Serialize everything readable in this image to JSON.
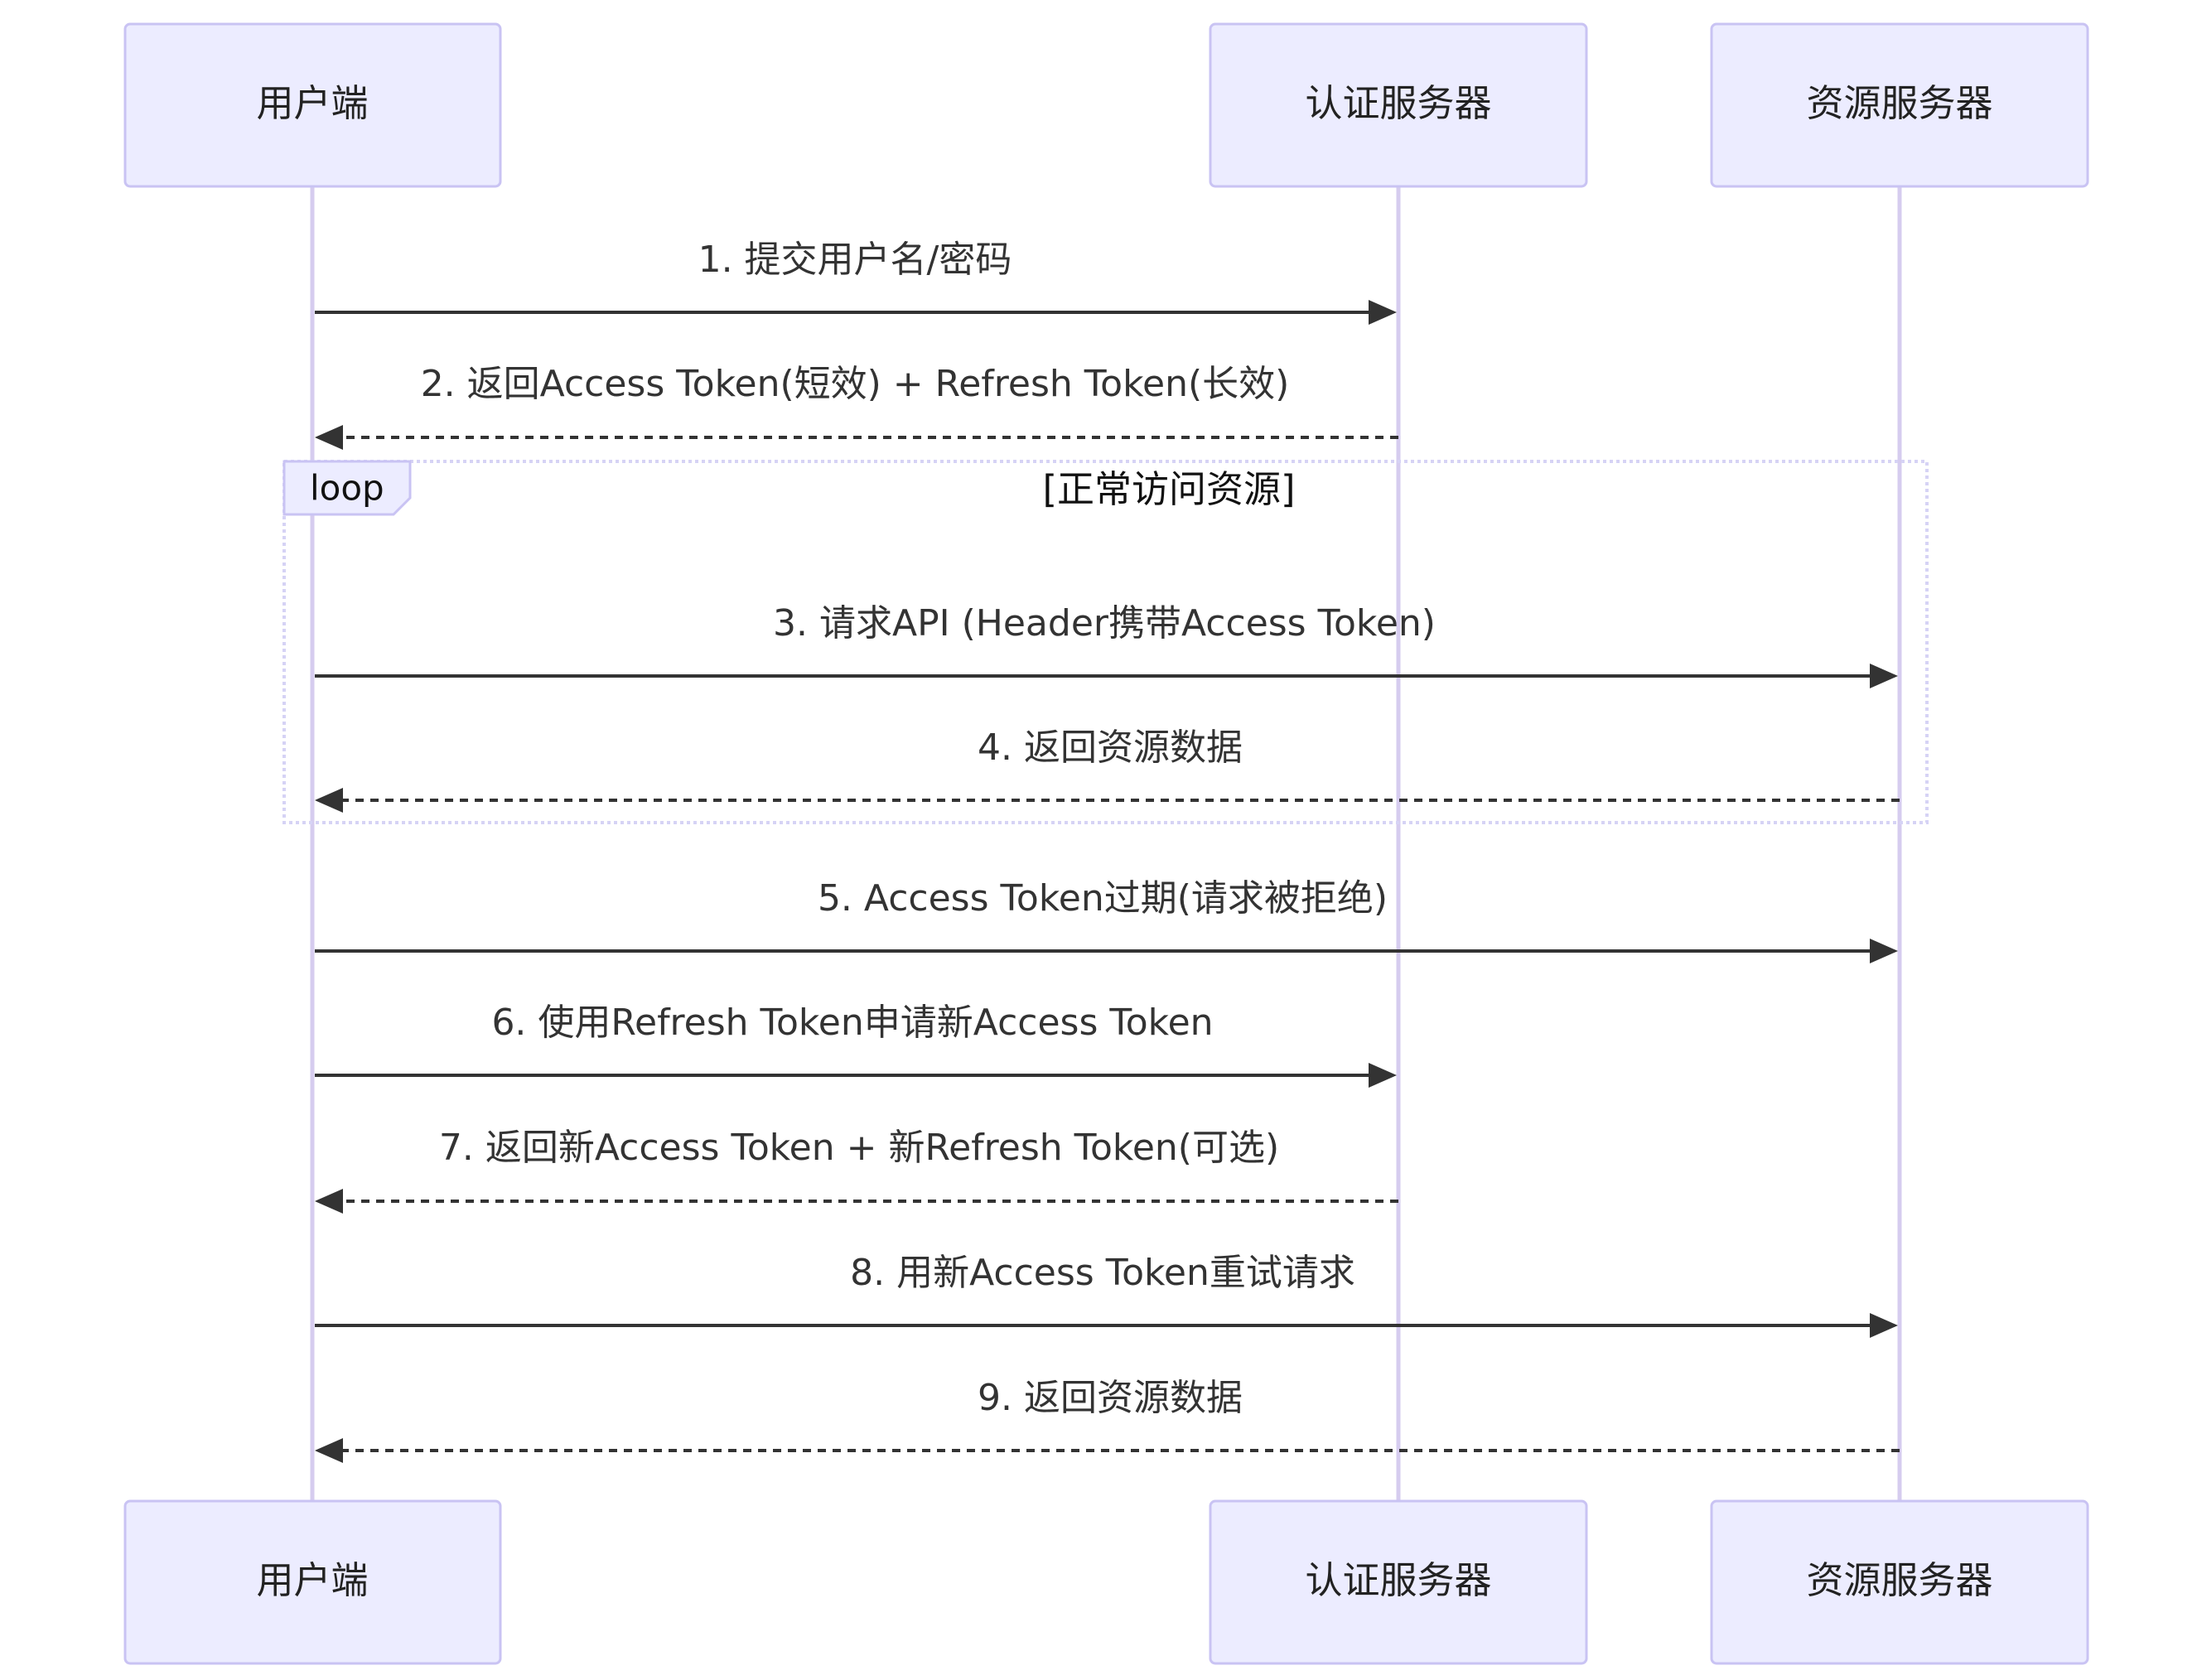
{
  "participants": [
    {
      "id": "client",
      "label": "用户端"
    },
    {
      "id": "auth",
      "label": "认证服务器"
    },
    {
      "id": "resource",
      "label": "资源服务器"
    }
  ],
  "loop": {
    "label": "loop",
    "condition": "[正常访问资源]"
  },
  "messages": [
    {
      "from": "client",
      "to": "auth",
      "style": "solid",
      "text": "1. 提交用户名/密码"
    },
    {
      "from": "auth",
      "to": "client",
      "style": "dashed",
      "text": "2. 返回Access Token(短效) + Refresh Token(长效)"
    },
    {
      "from": "client",
      "to": "resource",
      "style": "solid",
      "text": "3. 请求API (Header携带Access Token)"
    },
    {
      "from": "resource",
      "to": "client",
      "style": "dashed",
      "text": "4. 返回资源数据"
    },
    {
      "from": "client",
      "to": "resource",
      "style": "solid",
      "text": "5. Access Token过期(请求被拒绝)"
    },
    {
      "from": "client",
      "to": "auth",
      "style": "solid",
      "text": "6. 使用Refresh Token申请新Access Token"
    },
    {
      "from": "auth",
      "to": "client",
      "style": "dashed",
      "text": "7. 返回新Access Token + 新Refresh Token(可选)"
    },
    {
      "from": "client",
      "to": "resource",
      "style": "solid",
      "text": "8. 用新Access Token重试请求"
    },
    {
      "from": "resource",
      "to": "client",
      "style": "dashed",
      "text": "9. 返回资源数据"
    }
  ],
  "colors": {
    "actor_fill": "#ECECFF",
    "actor_border": "#C9C3F3",
    "lifeline": "#D6CCEF",
    "arrow": "#333333"
  }
}
